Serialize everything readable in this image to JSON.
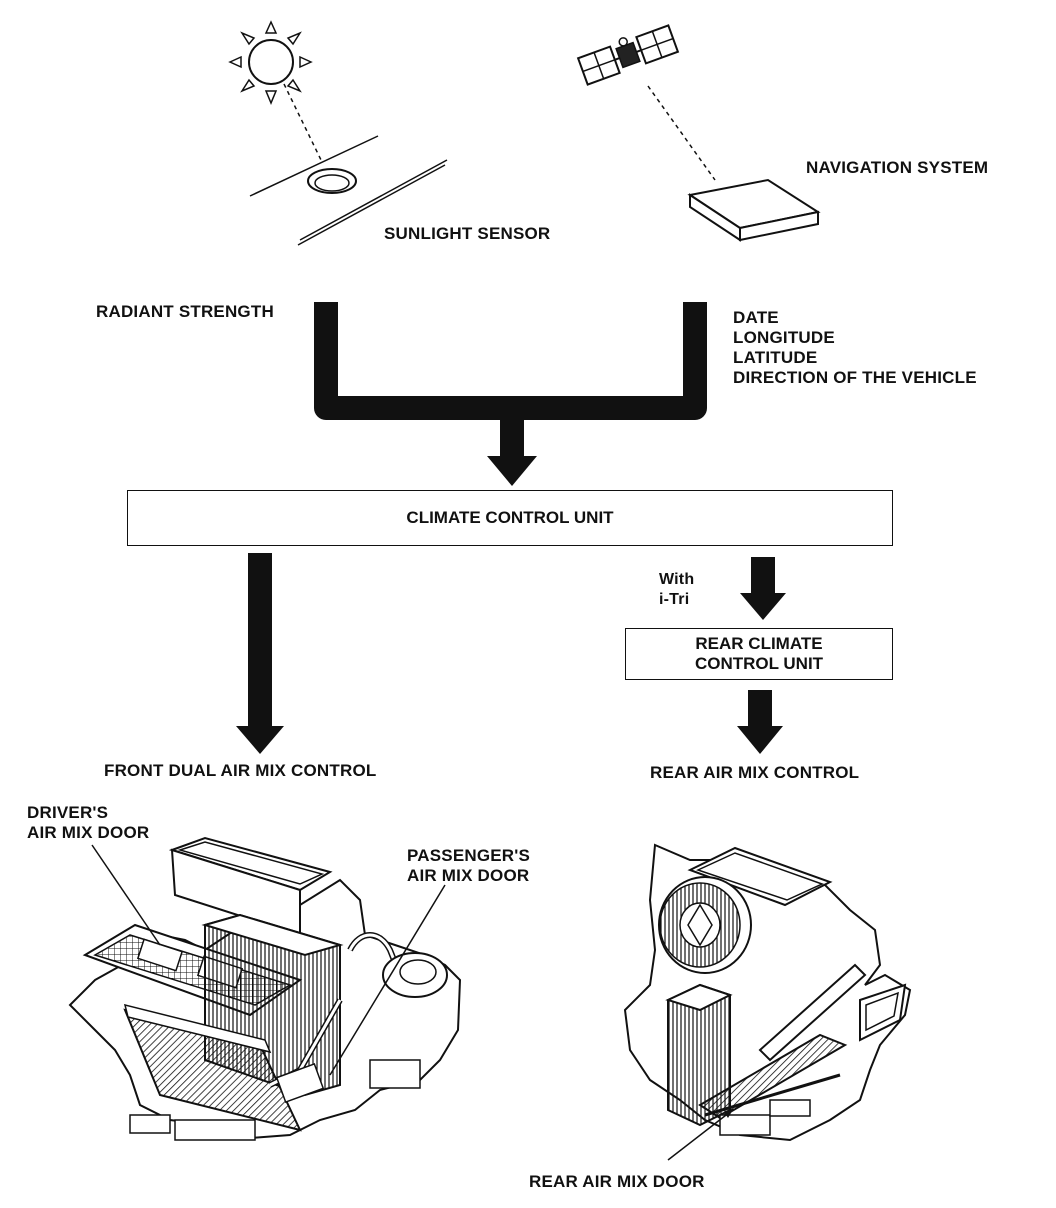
{
  "labels": {
    "navigation_system": "NAVIGATION SYSTEM",
    "sunlight_sensor": "SUNLIGHT SENSOR",
    "radiant_strength": "RADIANT STRENGTH",
    "nav_outputs": [
      "DATE",
      "LONGITUDE",
      "LATITUDE",
      "DIRECTION OF THE VEHICLE"
    ],
    "climate_control_unit": "CLIMATE CONTROL UNIT",
    "with_itri": [
      "With",
      "i-Tri"
    ],
    "rear_climate_control_unit": [
      "REAR CLIMATE",
      "CONTROL UNIT"
    ],
    "front_dual_air_mix_control": "FRONT DUAL AIR MIX CONTROL",
    "rear_air_mix_control": "REAR AIR MIX CONTROL",
    "drivers_air_mix_door": [
      "DRIVER'S",
      "AIR MIX DOOR"
    ],
    "passengers_air_mix_door": [
      "PASSENGER'S",
      "AIR MIX DOOR"
    ],
    "rear_air_mix_door": "REAR AIR MIX DOOR"
  },
  "colors": {
    "ink": "#111111",
    "paper": "#ffffff"
  },
  "icons": [
    "sun-icon",
    "satellite-icon",
    "sunlight-sensor-icon",
    "navigation-unit-icon",
    "front-hvac-unit-illustration",
    "rear-hvac-unit-illustration"
  ]
}
